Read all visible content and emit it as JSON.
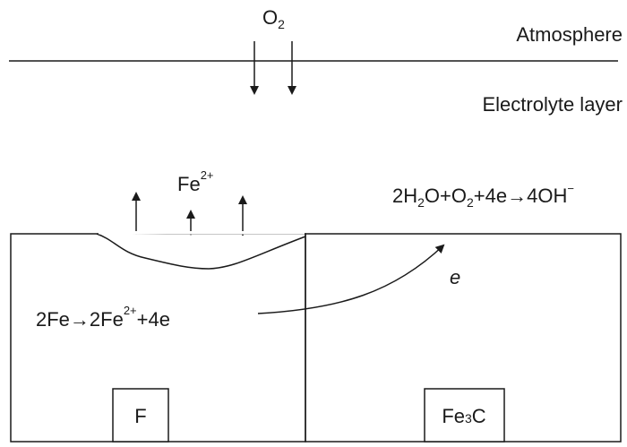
{
  "oxygen": {
    "base": "O",
    "sub": "2"
  },
  "layers": {
    "atmosphere": "Atmosphere",
    "electrolyte": "Electrolyte layer"
  },
  "ion": {
    "base": "Fe",
    "sup": "2+"
  },
  "anode_reaction": {
    "a": "2Fe→2Fe",
    "sup": "2+",
    "b": "+4e"
  },
  "cathode_reaction": {
    "a": "2H",
    "s1": "2",
    "b": "O+O",
    "s2": "2",
    "c": "+4e→4OH",
    "sup": "−"
  },
  "electron": "e",
  "phases": {
    "ferrite": "F",
    "cementite_a": "Fe",
    "cementite_sub": "3",
    "cementite_b": "C"
  }
}
